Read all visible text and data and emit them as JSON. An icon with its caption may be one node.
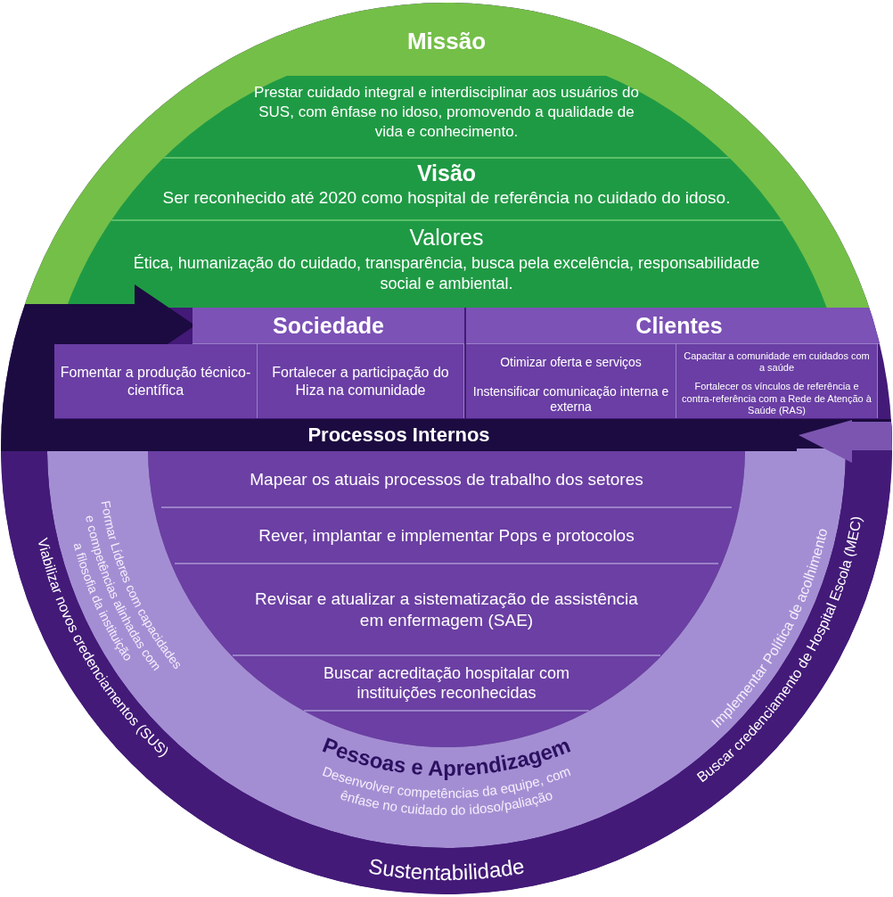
{
  "diagram": {
    "nodes": [
      {
        "text": [
          "Missão",
          "Prestar cuidado integral e interdisciplinar aos usuários do SUS, com ênfase no idoso, promovendo a qualidade de vida e conhecimento."
        ]
      },
      {
        "text": [
          "Visão",
          "Ser reconhecido até 2020 como hospital de referência no cuidado do idoso."
        ]
      },
      {
        "text": [
          "Valores",
          "Ética, humanização do cuidado, transparência, busca pela excelência, responsabilidade social e ambiental."
        ]
      },
      {
        "text": [
          "Sociedade"
        ]
      },
      {
        "text": [
          "Fomentar a produção técnico-científica"
        ],
        "in": 3
      },
      {
        "text": [
          "Fortalecer a participação do Hiza na comunidade"
        ],
        "in": 3
      },
      {
        "text": [
          "Clientes"
        ]
      },
      {
        "text": [
          "Otimizar oferta e serviços"
        ],
        "in": 6
      },
      {
        "text": [
          "Instensificar comunicação interna e externa"
        ],
        "in": 6
      },
      {
        "text": [
          "Capacitar a comunidade em cuidados com a saúde"
        ],
        "in": 6
      },
      {
        "text": [
          "Fortalecer os vínculos de referência e contra-referência com a Rede de Atenção à Saúde (RAS)"
        ],
        "in": 6
      },
      {
        "text": [
          "Processos Internos"
        ]
      },
      {
        "text": [
          "Mapear os atuais processos de trabalho dos setores"
        ]
      },
      {
        "text": [
          "Rever, implantar e implementar Pops e protocolos"
        ]
      },
      {
        "text": [
          "Revisar e atualizar a sistematização de assistência em enfermagem (SAE)"
        ]
      },
      {
        "text": [
          "Buscar acreditação hospitalar com instituições reconhecidas"
        ]
      },
      {
        "text": [
          "Pessoas e Aprendizagem"
        ]
      },
      {
        "text": [
          "Formar Líderes com capacidades e competências alinhadas com a filosofia da instituição"
        ],
        "in": 16
      },
      {
        "text": [
          "Desenvolver competências da equipe, com ênfase no cuidado do idoso/paliação"
        ],
        "in": 16
      },
      {
        "text": [
          "Implementar Política de acolhimento"
        ],
        "in": 16
      },
      {
        "text": [
          "Sustentabilidade"
        ]
      },
      {
        "text": [
          "Viabilizar novos credenciamentos (SUS)"
        ],
        "in": 20
      },
      {
        "text": [
          "Buscar credenciamento de Hospital Escola (MEC)"
        ],
        "in": 20
      }
    ]
  }
}
